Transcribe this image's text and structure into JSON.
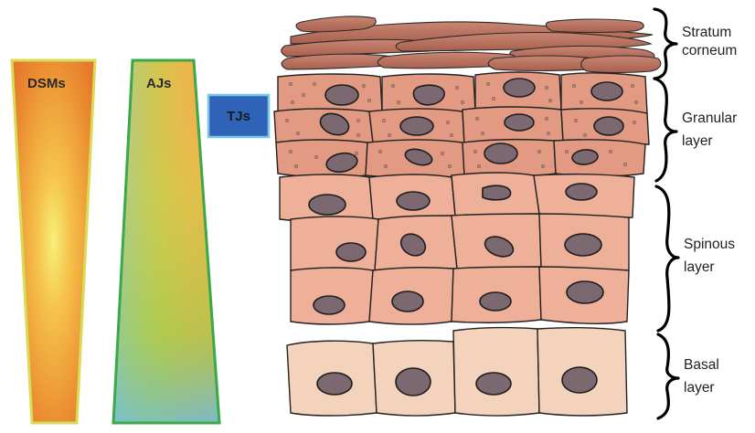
{
  "markers": {
    "dsms": "DSMs",
    "ajs": "AJs",
    "tjs": "TJs"
  },
  "layers": {
    "stratum_corneum": [
      "Stratum",
      "corneum"
    ],
    "granular": [
      "Granular",
      "layer"
    ],
    "spinous": [
      "Spinous",
      "layer"
    ],
    "basal": [
      "Basal",
      "layer"
    ]
  },
  "colors": {
    "dsm_top": "#e8712a",
    "dsm_center": "#f6ea6a",
    "dsm_border": "#d8dc5a",
    "aj_border": "#3ba84a",
    "aj_left": "#5fb6d8",
    "aj_mid": "#a4d14a",
    "aj_right": "#f2ae4c",
    "tj_fill": "#2f63b8",
    "tj_border": "#79c6e8",
    "granular_cell": "#e39a82",
    "spinous_cell": "#efb09a",
    "basal_cell": "#f3d3bb",
    "nucleus": "#7c6870"
  }
}
